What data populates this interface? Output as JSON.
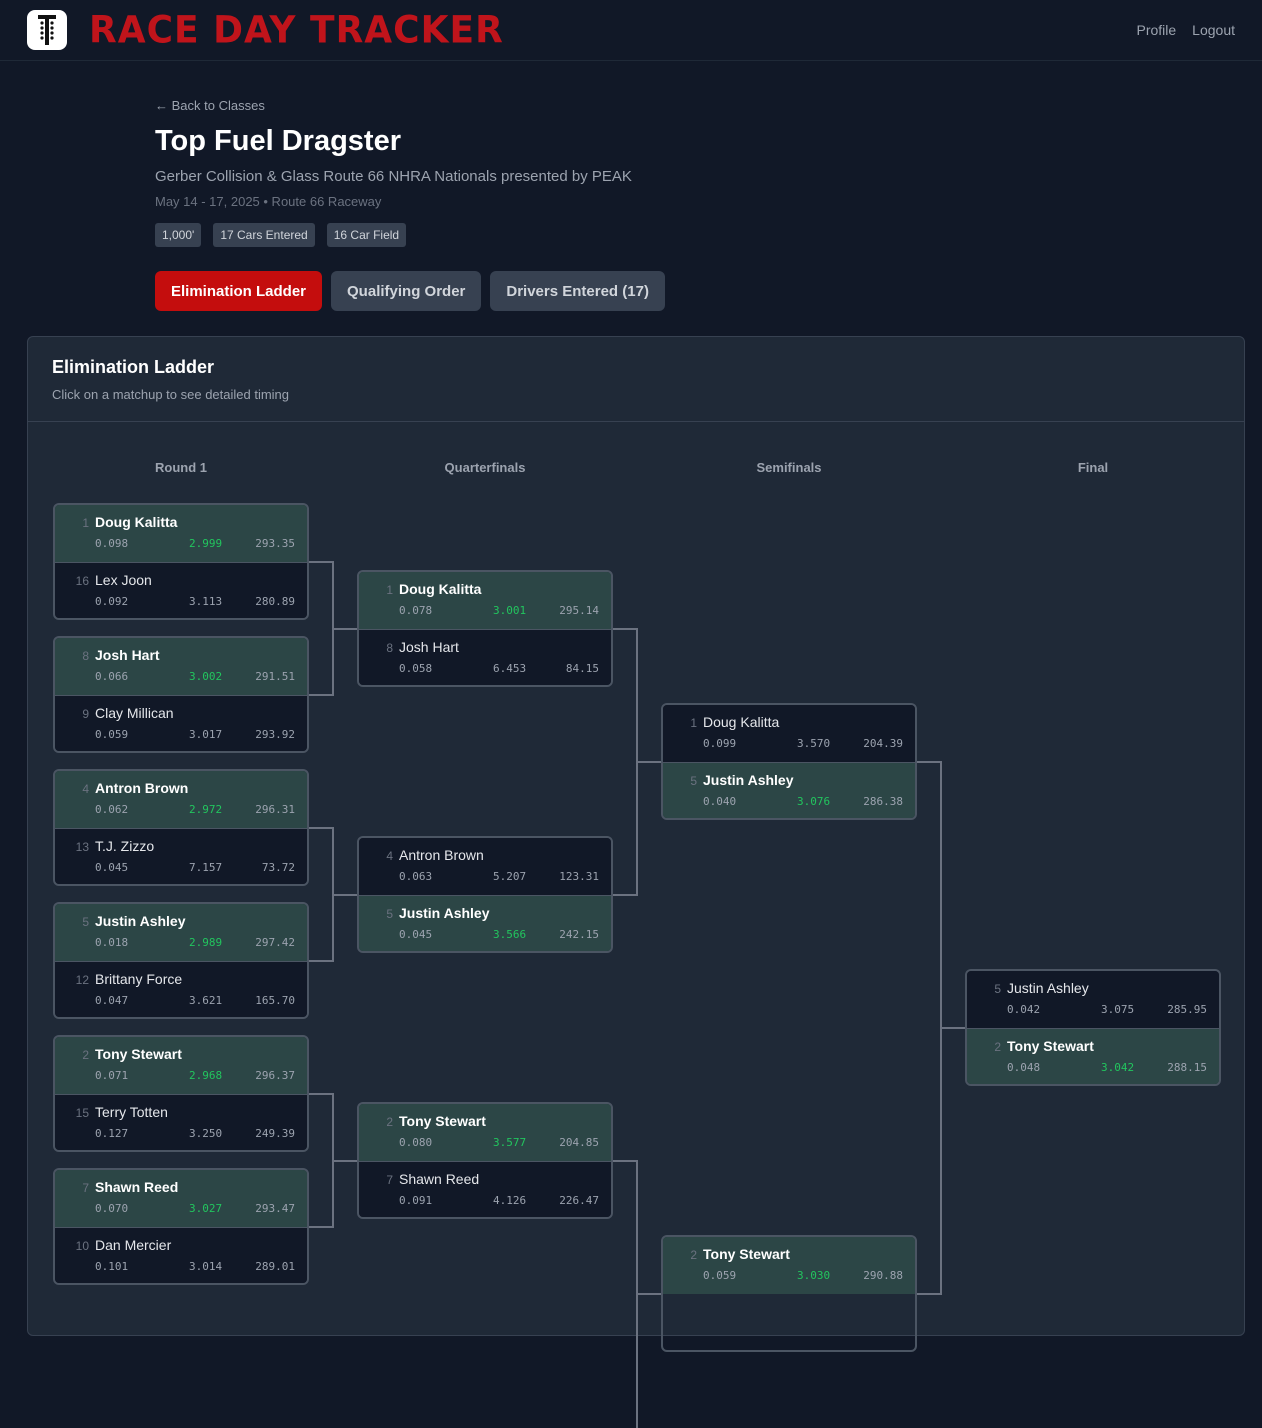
{
  "header": {
    "brand": "RACE DAY TRACKER",
    "nav": [
      "Profile",
      "Logout"
    ]
  },
  "page": {
    "back": "← Back to Classes",
    "title": "Top Fuel Dragster",
    "event": "Gerber Collision & Glass Route 66 NHRA Nationals presented by PEAK",
    "meta": "May 14 - 17, 2025 • Route 66 Raceway",
    "badges": [
      "1,000'",
      "17 Cars Entered",
      "16 Car Field"
    ],
    "tabs": [
      "Elimination Ladder",
      "Qualifying Order",
      "Drivers Entered (17)"
    ]
  },
  "ladder": {
    "title": "Elimination Ladder",
    "subtitle": "Click on a matchup to see detailed timing",
    "rounds": [
      "Round 1",
      "Quarterfinals",
      "Semifinals",
      "Final"
    ],
    "matchups": [
      {
        "round": 0,
        "slot": 0,
        "rows": [
          {
            "seed": "1",
            "name": "Doug Kalitta",
            "rt": "0.098",
            "et": "2.999",
            "mph": "293.35",
            "win": true
          },
          {
            "seed": "16",
            "name": "Lex Joon",
            "rt": "0.092",
            "et": "3.113",
            "mph": "280.89"
          }
        ]
      },
      {
        "round": 0,
        "slot": 1,
        "rows": [
          {
            "seed": "8",
            "name": "Josh Hart",
            "rt": "0.066",
            "et": "3.002",
            "mph": "291.51",
            "win": true
          },
          {
            "seed": "9",
            "name": "Clay Millican",
            "rt": "0.059",
            "et": "3.017",
            "mph": "293.92"
          }
        ]
      },
      {
        "round": 0,
        "slot": 2,
        "rows": [
          {
            "seed": "4",
            "name": "Antron Brown",
            "rt": "0.062",
            "et": "2.972",
            "mph": "296.31",
            "win": true
          },
          {
            "seed": "13",
            "name": "T.J. Zizzo",
            "rt": "0.045",
            "et": "7.157",
            "mph": "73.72"
          }
        ]
      },
      {
        "round": 0,
        "slot": 3,
        "rows": [
          {
            "seed": "5",
            "name": "Justin Ashley",
            "rt": "0.018",
            "et": "2.989",
            "mph": "297.42",
            "win": true
          },
          {
            "seed": "12",
            "name": "Brittany Force",
            "rt": "0.047",
            "et": "3.621",
            "mph": "165.70"
          }
        ]
      },
      {
        "round": 0,
        "slot": 4,
        "rows": [
          {
            "seed": "2",
            "name": "Tony Stewart",
            "rt": "0.071",
            "et": "2.968",
            "mph": "296.37",
            "win": true
          },
          {
            "seed": "15",
            "name": "Terry Totten",
            "rt": "0.127",
            "et": "3.250",
            "mph": "249.39"
          }
        ]
      },
      {
        "round": 0,
        "slot": 5,
        "rows": [
          {
            "seed": "7",
            "name": "Shawn Reed",
            "rt": "0.070",
            "et": "3.027",
            "mph": "293.47",
            "win": true
          },
          {
            "seed": "10",
            "name": "Dan Mercier",
            "rt": "0.101",
            "et": "3.014",
            "mph": "289.01"
          }
        ]
      },
      {
        "round": 1,
        "slot": 0,
        "rows": [
          {
            "seed": "1",
            "name": "Doug Kalitta",
            "rt": "0.078",
            "et": "3.001",
            "mph": "295.14",
            "win": true
          },
          {
            "seed": "8",
            "name": "Josh Hart",
            "rt": "0.058",
            "et": "6.453",
            "mph": "84.15"
          }
        ]
      },
      {
        "round": 1,
        "slot": 1,
        "rows": [
          {
            "seed": "4",
            "name": "Antron Brown",
            "rt": "0.063",
            "et": "5.207",
            "mph": "123.31"
          },
          {
            "seed": "5",
            "name": "Justin Ashley",
            "rt": "0.045",
            "et": "3.566",
            "mph": "242.15",
            "win": true
          }
        ]
      },
      {
        "round": 1,
        "slot": 2,
        "rows": [
          {
            "seed": "2",
            "name": "Tony Stewart",
            "rt": "0.080",
            "et": "3.577",
            "mph": "204.85",
            "win": true
          },
          {
            "seed": "7",
            "name": "Shawn Reed",
            "rt": "0.091",
            "et": "4.126",
            "mph": "226.47"
          }
        ]
      },
      {
        "round": 2,
        "slot": 0,
        "rows": [
          {
            "seed": "1",
            "name": "Doug Kalitta",
            "rt": "0.099",
            "et": "3.570",
            "mph": "204.39"
          },
          {
            "seed": "5",
            "name": "Justin Ashley",
            "rt": "0.040",
            "et": "3.076",
            "mph": "286.38",
            "win": true
          }
        ]
      },
      {
        "round": 2,
        "slot": 1,
        "rows": [
          {
            "seed": "2",
            "name": "Tony Stewart",
            "rt": "0.059",
            "et": "3.030",
            "mph": "290.88",
            "win": true
          }
        ]
      },
      {
        "round": 3,
        "slot": 0,
        "rows": [
          {
            "seed": "5",
            "name": "Justin Ashley",
            "rt": "0.042",
            "et": "3.075",
            "mph": "285.95"
          },
          {
            "seed": "2",
            "name": "Tony Stewart",
            "rt": "0.048",
            "et": "3.042",
            "mph": "288.15",
            "win": true
          }
        ]
      }
    ]
  },
  "colors": {
    "accent": "#c40d0d",
    "winner_et": "#22c55e",
    "winner_row": "#2c4646"
  }
}
